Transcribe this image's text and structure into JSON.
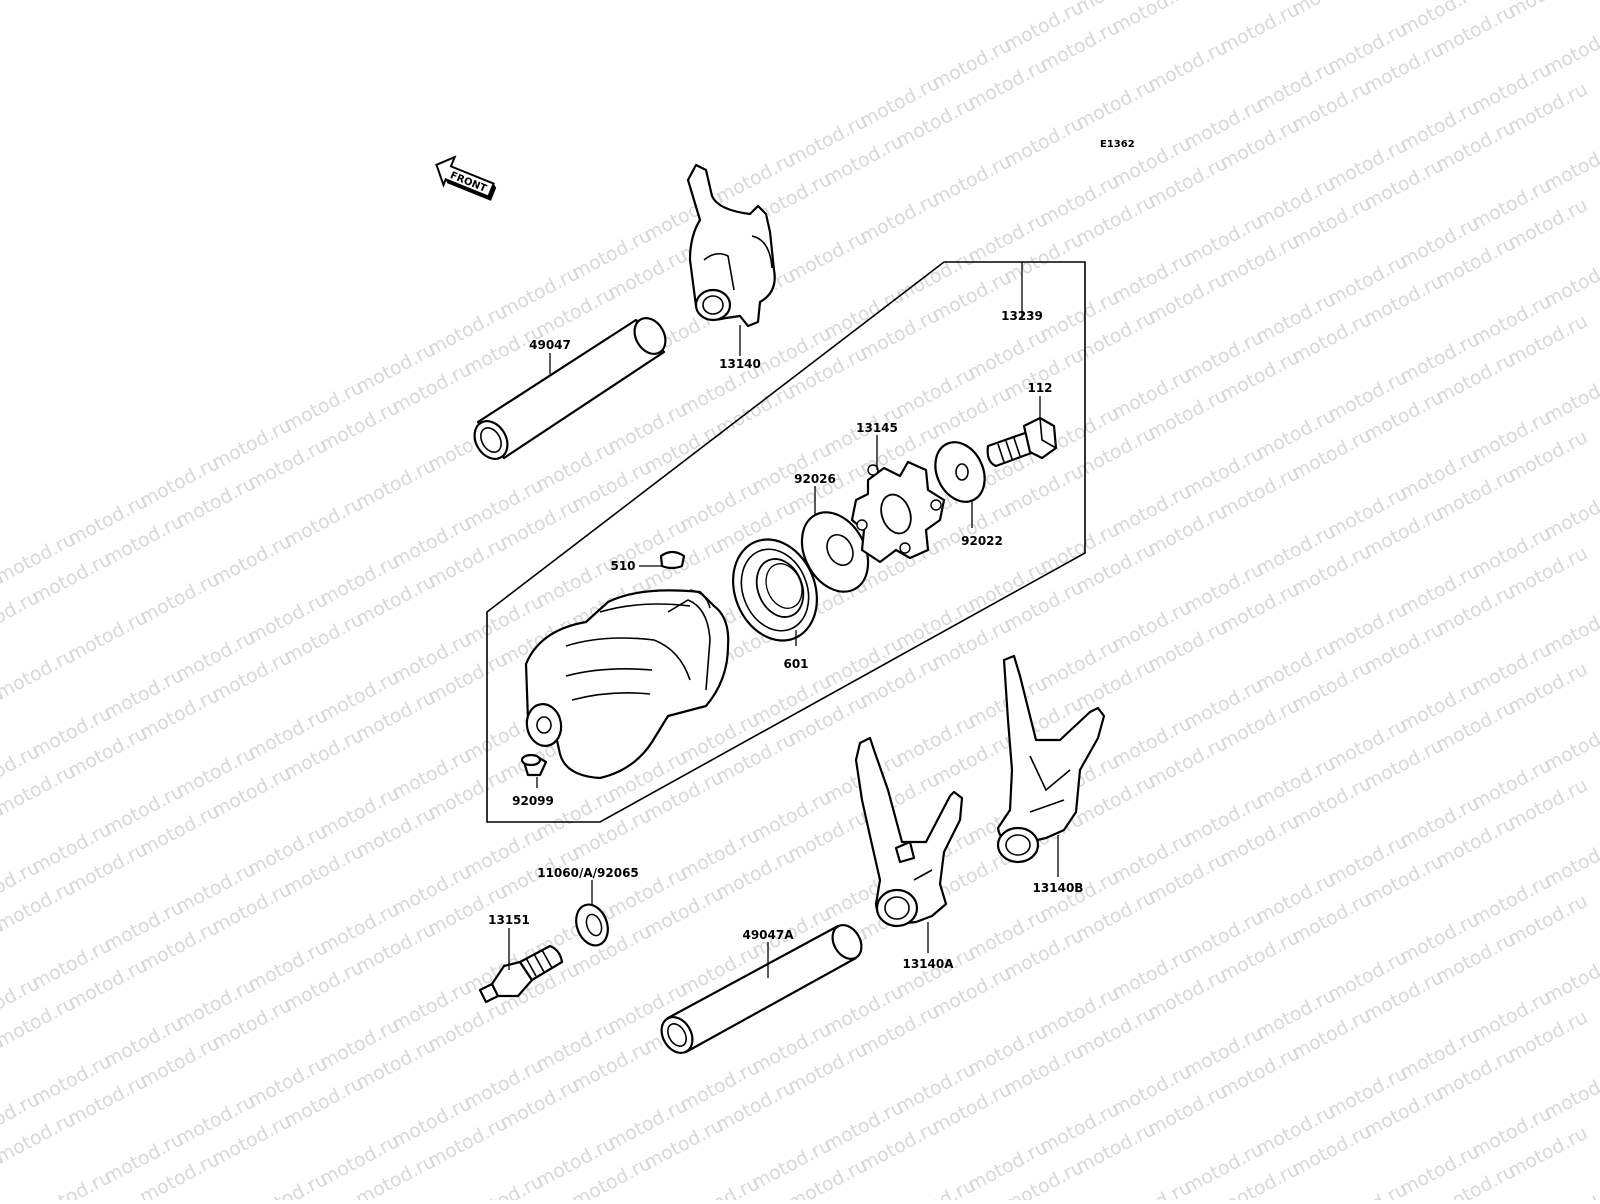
{
  "diagram": {
    "code": "E1362",
    "front_label": "FRONT",
    "watermark": "motod.ru",
    "parts": {
      "p49047": "49047",
      "p13140": "13140",
      "p13239": "13239",
      "p112": "112",
      "p13145": "13145",
      "p92026": "92026",
      "p92022": "92022",
      "p510": "510",
      "p601": "601",
      "p92099": "92099",
      "p11060": "11060/A/92065",
      "p13151": "13151",
      "p49047A": "49047A",
      "p13140A": "13140A",
      "p13140B": "13140B"
    }
  }
}
